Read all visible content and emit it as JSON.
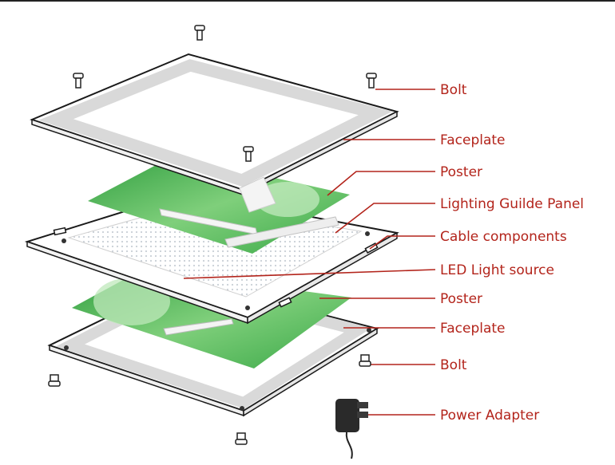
{
  "colors": {
    "label": "#b3241b",
    "leader": "#b3241b",
    "outline": "#1a1a1a",
    "frame_inner": "#d9d9d9",
    "poster_green": "#3fae4a",
    "poster_light": "#8fd28a"
  },
  "labels": [
    {
      "key": "bolt_top",
      "text": "Bolt"
    },
    {
      "key": "faceplate_top",
      "text": "Faceplate"
    },
    {
      "key": "poster_top",
      "text": "Poster"
    },
    {
      "key": "guide_panel",
      "text": "Lighting Guilde Panel"
    },
    {
      "key": "cable",
      "text": "Cable components"
    },
    {
      "key": "led",
      "text": "LED Light source"
    },
    {
      "key": "poster_bottom",
      "text": "Poster"
    },
    {
      "key": "faceplate_bottom",
      "text": "Faceplate"
    },
    {
      "key": "bolt_bottom",
      "text": "Bolt"
    },
    {
      "key": "adapter",
      "text": "Power Adapter"
    }
  ],
  "icons": {
    "bolt": "bolt-icon",
    "adapter": "power-adapter-icon"
  }
}
